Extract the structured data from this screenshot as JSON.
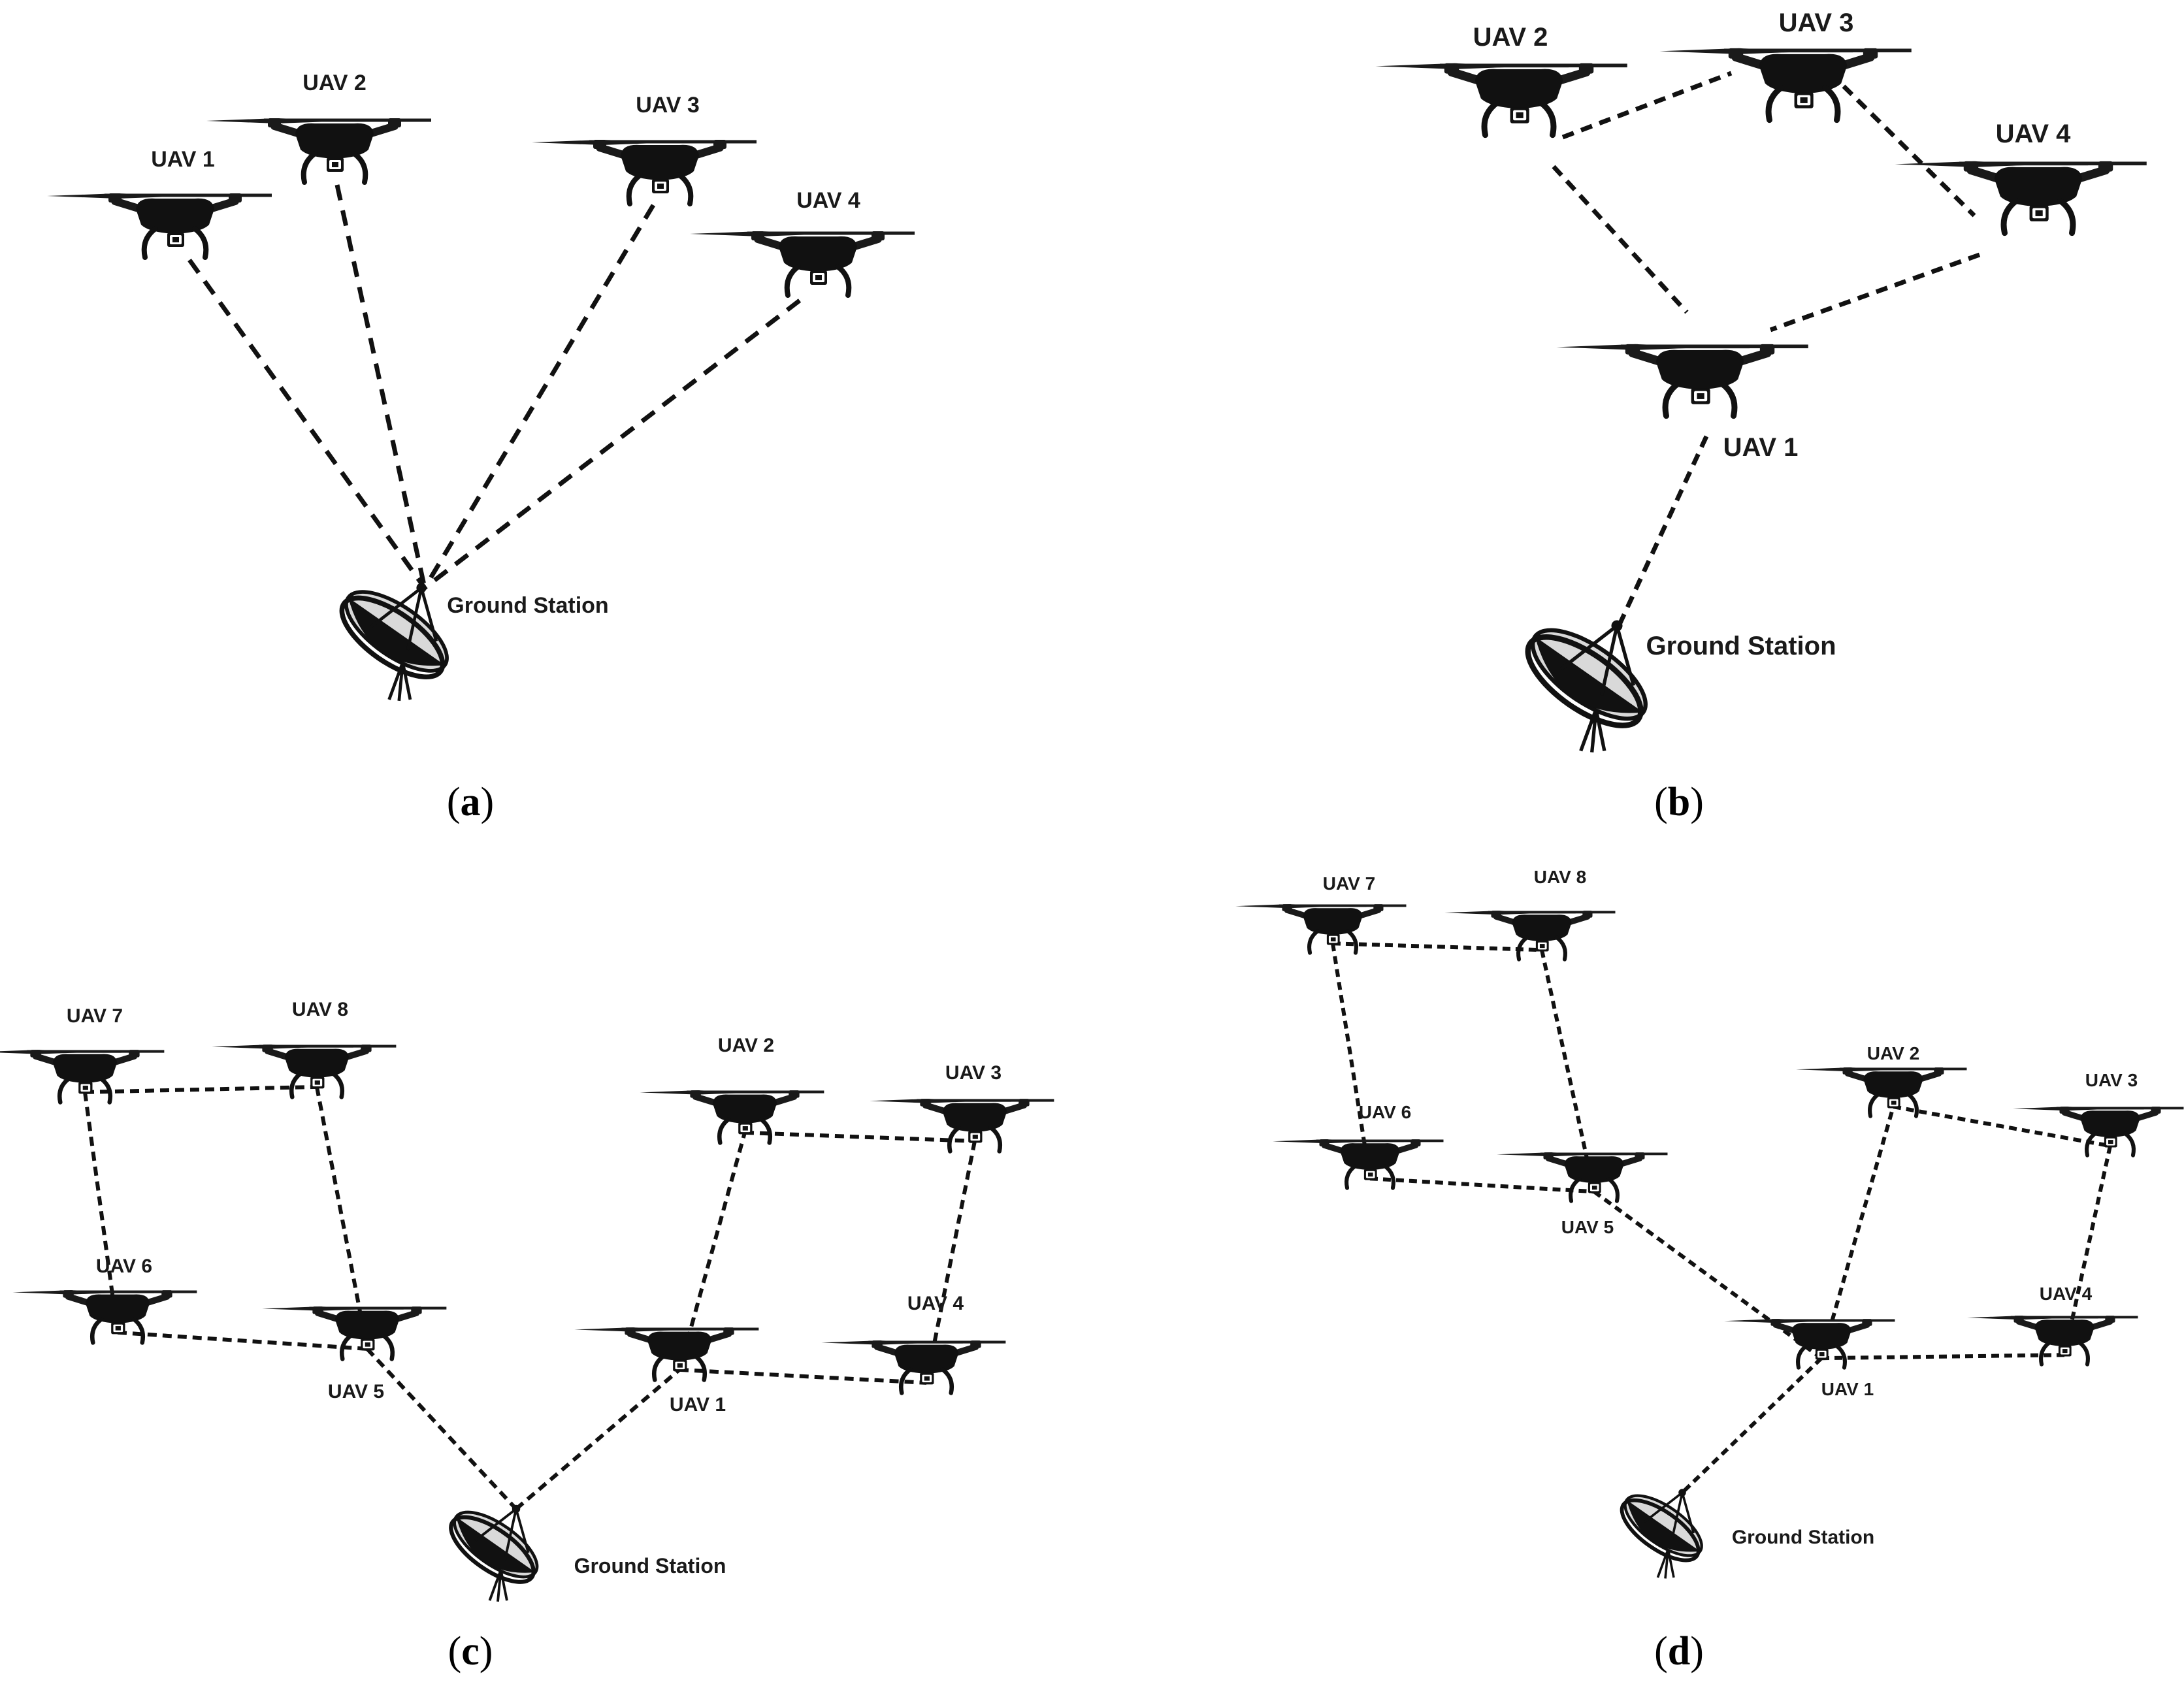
{
  "panels": [
    {
      "id": "a",
      "caption_letter": "a",
      "nodes": [
        {
          "id": "u1",
          "label": "UAV 1"
        },
        {
          "id": "u2",
          "label": "UAV 2"
        },
        {
          "id": "u3",
          "label": "UAV 3"
        },
        {
          "id": "u4",
          "label": "UAV 4"
        },
        {
          "id": "gs",
          "label": "Ground Station"
        }
      ],
      "links": [
        [
          "u1",
          "gs"
        ],
        [
          "u2",
          "gs"
        ],
        [
          "u3",
          "gs"
        ],
        [
          "u4",
          "gs"
        ]
      ]
    },
    {
      "id": "b",
      "caption_letter": "b",
      "nodes": [
        {
          "id": "u1",
          "label": "UAV 1"
        },
        {
          "id": "u2",
          "label": "UAV 2"
        },
        {
          "id": "u3",
          "label": "UAV 3"
        },
        {
          "id": "u4",
          "label": "UAV 4"
        },
        {
          "id": "gs",
          "label": "Ground Station"
        }
      ],
      "links": [
        [
          "u2",
          "u3"
        ],
        [
          "u3",
          "u4"
        ],
        [
          "u2",
          "u1"
        ],
        [
          "u4",
          "u1"
        ],
        [
          "u1",
          "gs"
        ]
      ]
    },
    {
      "id": "c",
      "caption_letter": "c",
      "nodes": [
        {
          "id": "u1",
          "label": "UAV 1"
        },
        {
          "id": "u2",
          "label": "UAV 2"
        },
        {
          "id": "u3",
          "label": "UAV 3"
        },
        {
          "id": "u4",
          "label": "UAV 4"
        },
        {
          "id": "u5",
          "label": "UAV 5"
        },
        {
          "id": "u6",
          "label": "UAV 6"
        },
        {
          "id": "u7",
          "label": "UAV 7"
        },
        {
          "id": "u8",
          "label": "UAV 8"
        },
        {
          "id": "gs",
          "label": "Ground Station"
        }
      ],
      "links": [
        [
          "u7",
          "u8"
        ],
        [
          "u7",
          "u6"
        ],
        [
          "u8",
          "u5"
        ],
        [
          "u6",
          "u5"
        ],
        [
          "u5",
          "gs"
        ],
        [
          "gs",
          "u1"
        ],
        [
          "u1",
          "u2"
        ],
        [
          "u2",
          "u3"
        ],
        [
          "u3",
          "u4"
        ],
        [
          "u1",
          "u4"
        ]
      ]
    },
    {
      "id": "d",
      "caption_letter": "d",
      "nodes": [
        {
          "id": "u1",
          "label": "UAV 1"
        },
        {
          "id": "u2",
          "label": "UAV 2"
        },
        {
          "id": "u3",
          "label": "UAV 3"
        },
        {
          "id": "u4",
          "label": "UAV 4"
        },
        {
          "id": "u5",
          "label": "UAV 5"
        },
        {
          "id": "u6",
          "label": "UAV 6"
        },
        {
          "id": "u7",
          "label": "UAV 7"
        },
        {
          "id": "u8",
          "label": "UAV 8"
        },
        {
          "id": "gs",
          "label": "Ground Station"
        }
      ],
      "links": [
        [
          "u7",
          "u8"
        ],
        [
          "u7",
          "u6"
        ],
        [
          "u8",
          "u5"
        ],
        [
          "u6",
          "u5"
        ],
        [
          "u5",
          "u1"
        ],
        [
          "u1",
          "u2"
        ],
        [
          "u2",
          "u3"
        ],
        [
          "u3",
          "u4"
        ],
        [
          "u1",
          "u4"
        ],
        [
          "u1",
          "gs"
        ]
      ]
    }
  ]
}
